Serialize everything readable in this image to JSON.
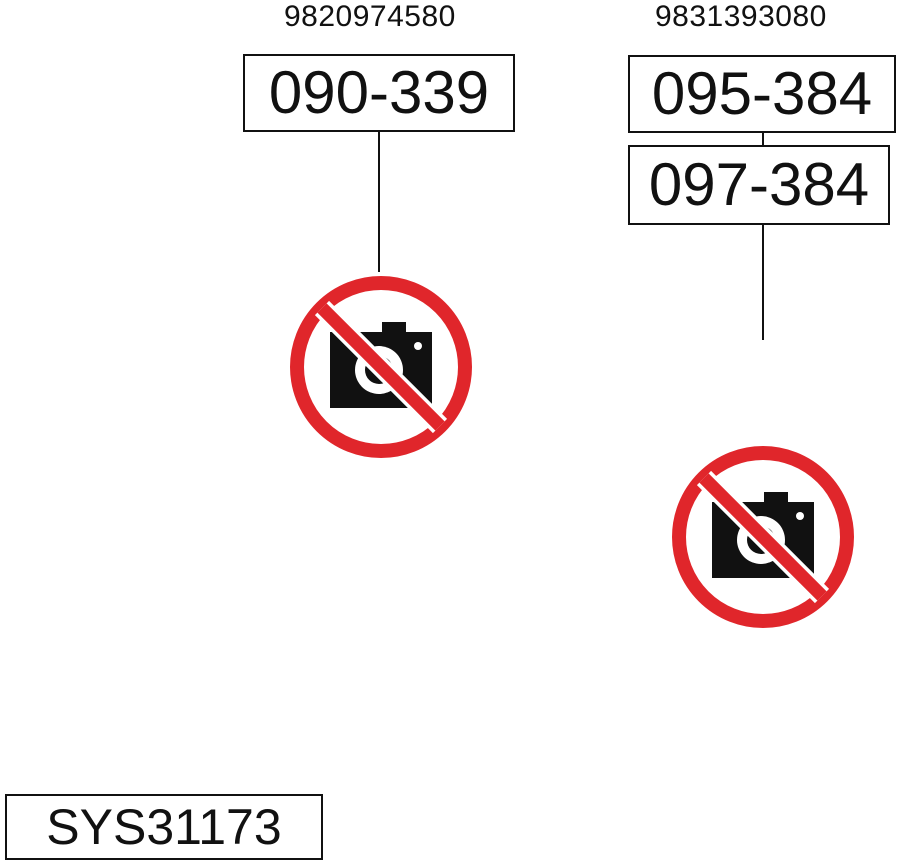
{
  "groups": [
    {
      "reference": "9820974580",
      "parts": [
        "090-339"
      ],
      "image_status_icon": "no-photo-icon"
    },
    {
      "reference": "9831393080",
      "parts": [
        "095-384",
        "097-384"
      ],
      "image_status_icon": "no-photo-icon"
    }
  ],
  "system_code": "SYS31173",
  "colors": {
    "prohibition_red": "#e0262b",
    "ink": "#111111",
    "background": "#ffffff"
  }
}
